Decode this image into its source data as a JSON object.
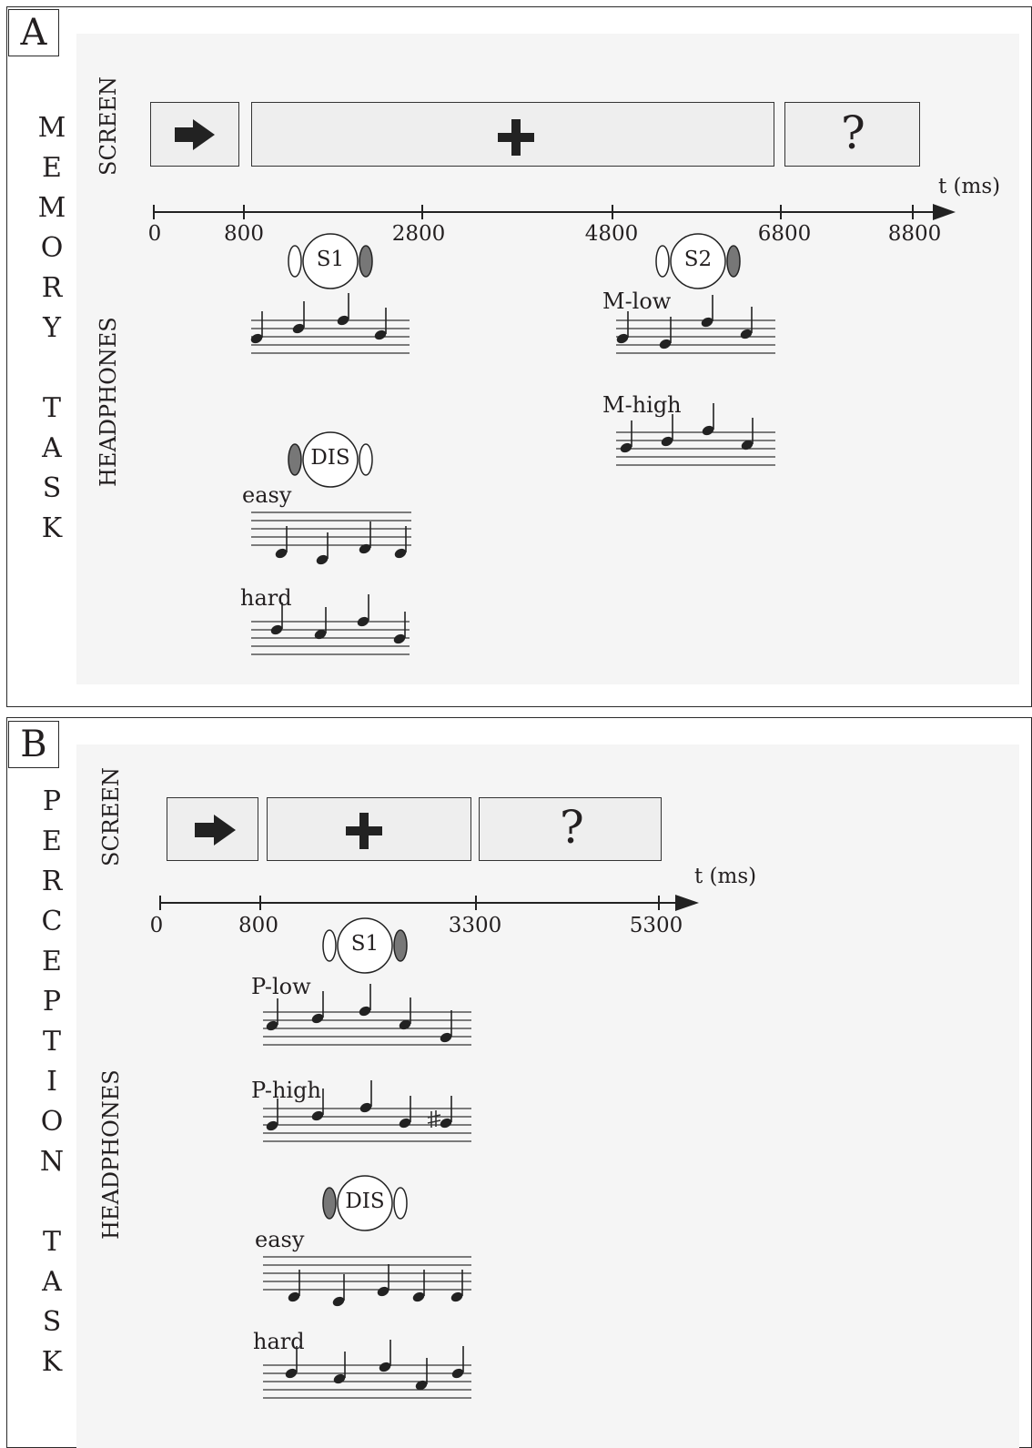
{
  "panel_a": {
    "letter": "A",
    "title_letters": [
      "M",
      "E",
      "M",
      "O",
      "R",
      "Y",
      "",
      "T",
      "A",
      "S",
      "K"
    ],
    "screen_label": "SCREEN",
    "headphones_label": "HEADPHONES",
    "time_label": "t (ms)",
    "ticks": [
      "0",
      "800",
      "2800",
      "4800",
      "6800",
      "8800"
    ],
    "screens": [
      "arrow",
      "fixation-cross",
      "?"
    ],
    "s1_label": "S1",
    "s2_label": "S2",
    "dis_label": "DIS",
    "mlow_label": "M-low",
    "mhigh_label": "M-high",
    "easy_label": "easy",
    "hard_label": "hard"
  },
  "panel_b": {
    "letter": "B",
    "title_letters": [
      "P",
      "E",
      "R",
      "C",
      "E",
      "P",
      "T",
      "I",
      "O",
      "N",
      "",
      "T",
      "A",
      "S",
      "K"
    ],
    "screen_label": "SCREEN",
    "headphones_label": "HEADPHONES",
    "time_label": "t (ms)",
    "ticks": [
      "0",
      "800",
      "3300",
      "5300"
    ],
    "screens": [
      "arrow",
      "fixation-cross",
      "?"
    ],
    "s1_label": "S1",
    "dis_label": "DIS",
    "plow_label": "P-low",
    "phigh_label": "P-high",
    "easy_label": "easy",
    "hard_label": "hard"
  },
  "colors": {
    "frame": "#2a2a2a",
    "panel_bg": "#f5f5f5",
    "screen_fill": "#eeeeee",
    "earpiece_dark": "#777777"
  }
}
